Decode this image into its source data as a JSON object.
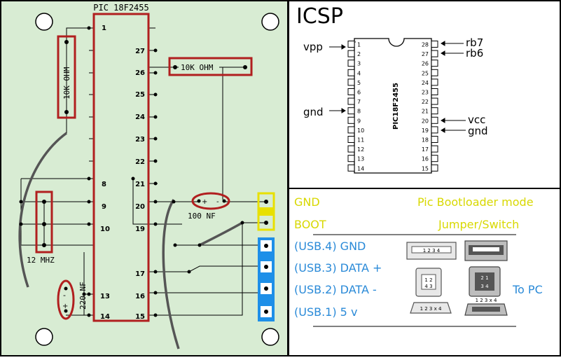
{
  "board": {
    "chip_title": "PIC 18F2455",
    "left_pins": [
      "1",
      "8",
      "9",
      "10",
      "13",
      "14"
    ],
    "right_pins": [
      "27",
      "26",
      "25",
      "24",
      "23",
      "22",
      "21",
      "20",
      "19",
      "17",
      "16",
      "15"
    ],
    "resistor_vertical": "10K OHM",
    "resistor_horizontal": "10K OHM",
    "cap_100": "100 NF",
    "cap_220": "220 NF",
    "crystal": "12 MHZ",
    "cap_plus": "+",
    "cap_minus": "-"
  },
  "icsp": {
    "title": "ICSP",
    "chip_name": "PIC18F2455",
    "left_pin_numbers": [
      "1",
      "2",
      "3",
      "4",
      "5",
      "6",
      "7",
      "8",
      "9",
      "10",
      "11",
      "12",
      "13",
      "14"
    ],
    "right_pin_numbers": [
      "28",
      "27",
      "26",
      "25",
      "24",
      "23",
      "22",
      "21",
      "20",
      "19",
      "18",
      "17",
      "16",
      "15"
    ],
    "labels": {
      "vpp": "vpp",
      "gnd_left": "gnd",
      "rb7": "rb7",
      "rb6": "rb6",
      "vcc": "vcc",
      "gnd_right": "gnd"
    }
  },
  "legend": {
    "gnd": "GND",
    "boot": "BOOT",
    "mode_line1": "Pic Bootloader mode",
    "mode_line2": "Jumper/Switch",
    "usb4": "(USB.4) GND",
    "usb3": "(USB.3) DATA +",
    "usb2": "(USB.2) DATA -",
    "usb1": "(USB.1) 5 v",
    "to_pc": "To PC",
    "connector_a_pins": "1 2 3 4",
    "connector_b_pins_1": "2 1",
    "connector_b_pins_2": "3 4",
    "mini_a_pins": "1 2 3 x 4",
    "mini_b_pins": "1 2 3 x 4"
  },
  "colors": {
    "board_bg": "#d8ecd3",
    "chip_outline": "#b11f1f",
    "legend_yellow": "#d8d800",
    "legend_blue": "#2a8ad8",
    "jumper_yellow": "#e8e000",
    "usb_blue": "#1e8fe8"
  }
}
